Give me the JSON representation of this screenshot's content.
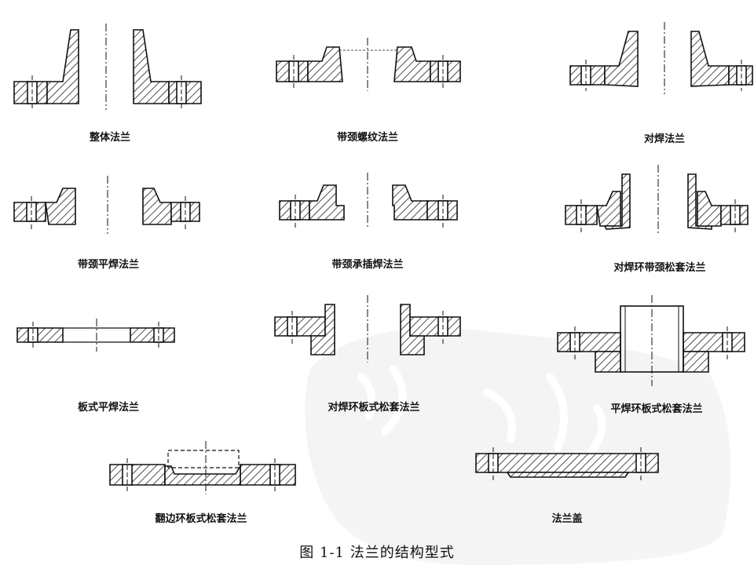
{
  "figure": {
    "caption": "图 1-1   法兰的结构型式"
  },
  "flanges": [
    {
      "id": "integral",
      "name": "整体法兰"
    },
    {
      "id": "threaded-hub",
      "name": "带颈螺纹法兰"
    },
    {
      "id": "weld-neck",
      "name": "对焊法兰"
    },
    {
      "id": "slip-on-hub",
      "name": "带颈平焊法兰"
    },
    {
      "id": "socket-weld-hub",
      "name": "带颈承插焊法兰"
    },
    {
      "id": "lap-joint-weld-ring-hub",
      "name": "对焊环带颈松套法兰"
    },
    {
      "id": "plate-slip-on",
      "name": "板式平焊法兰"
    },
    {
      "id": "lap-joint-weld-ring-plate",
      "name": "对焊环板式松套法兰"
    },
    {
      "id": "lap-joint-slip-ring-plate",
      "name": "平焊环板式松套法兰"
    },
    {
      "id": "lap-joint-flanged-ring-plate",
      "name": "翻边环板式松套法兰"
    },
    {
      "id": "blind",
      "name": "法兰盖"
    }
  ],
  "colors": {
    "line": "#111111",
    "hatch": "#222222",
    "background": "#ffffff",
    "watermark": "#ededed"
  }
}
